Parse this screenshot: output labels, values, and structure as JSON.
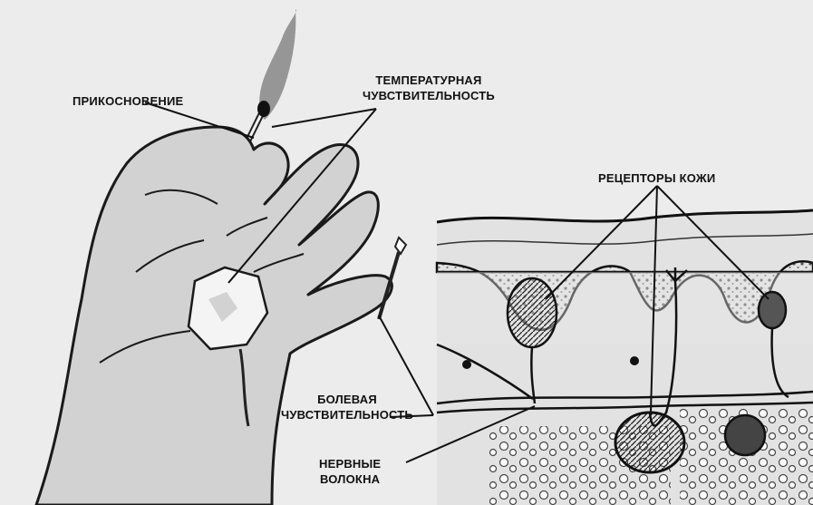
{
  "labels": {
    "touch": "ПРИКОСНОВЕНИЕ",
    "temperature": [
      "ТЕМПЕРАТУРНАЯ",
      "ЧУВСТВИТЕЛЬНОСТЬ"
    ],
    "pain": [
      "БОЛЕВАЯ",
      "ЧУВСТВИТЕЛЬНОСТЬ"
    ],
    "skin_receptors": "РЕЦЕПТОРЫ КОЖИ",
    "nerve_fibers": [
      "НЕРВНЫЕ",
      "ВОЛОКНА"
    ]
  },
  "colors": {
    "ink": "#111111",
    "background": "#ececec",
    "skin_shade": "#cfcfcf"
  }
}
